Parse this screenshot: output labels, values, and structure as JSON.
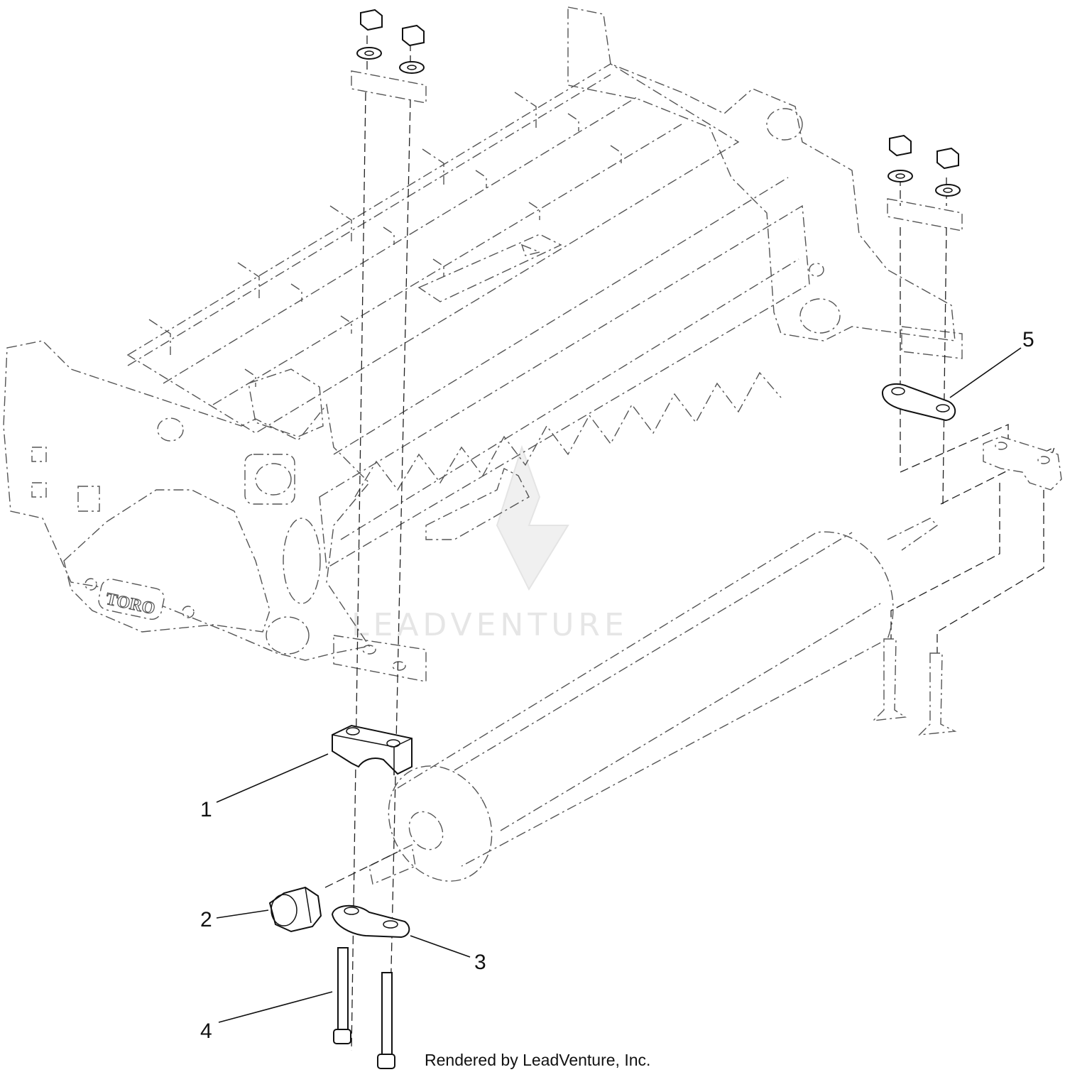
{
  "diagram": {
    "callouts": [
      {
        "id": "1",
        "label": "1"
      },
      {
        "id": "2",
        "label": "2"
      },
      {
        "id": "3",
        "label": "3"
      },
      {
        "id": "4",
        "label": "4"
      },
      {
        "id": "5",
        "label": "5"
      }
    ],
    "logo_text": "TORO",
    "watermark": "LEADVENTURE",
    "footer": "Rendered by LeadVenture, Inc."
  }
}
